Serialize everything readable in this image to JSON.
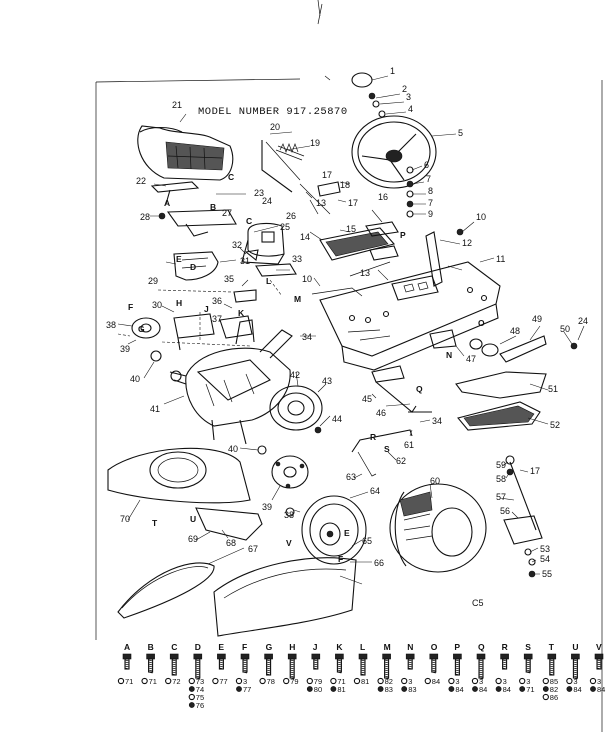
{
  "diagram": {
    "title": "MODEL NUMBER 917.25870",
    "footer_code": "C5"
  },
  "callouts": [
    {
      "n": "1"
    },
    {
      "n": "2"
    },
    {
      "n": "3"
    },
    {
      "n": "4"
    },
    {
      "n": "5"
    },
    {
      "n": "6"
    },
    {
      "n": "7"
    },
    {
      "n": "8"
    },
    {
      "n": "7"
    },
    {
      "n": "9"
    },
    {
      "n": "10"
    },
    {
      "n": "12"
    },
    {
      "n": "11"
    },
    {
      "n": "13"
    },
    {
      "n": "13"
    },
    {
      "n": "15"
    },
    {
      "n": "16"
    },
    {
      "n": "14"
    },
    {
      "n": "17"
    },
    {
      "n": "18"
    },
    {
      "n": "17"
    },
    {
      "n": "19"
    },
    {
      "n": "20"
    },
    {
      "n": "21"
    },
    {
      "n": "22"
    },
    {
      "n": "23"
    },
    {
      "n": "24"
    },
    {
      "n": "25"
    },
    {
      "n": "26"
    },
    {
      "n": "27"
    },
    {
      "n": "28"
    },
    {
      "n": "29"
    },
    {
      "n": "31"
    },
    {
      "n": "32"
    },
    {
      "n": "33"
    },
    {
      "n": "35"
    },
    {
      "n": "36"
    },
    {
      "n": "30"
    },
    {
      "n": "38"
    },
    {
      "n": "39"
    },
    {
      "n": "37"
    },
    {
      "n": "34"
    },
    {
      "n": "40"
    },
    {
      "n": "41"
    },
    {
      "n": "42"
    },
    {
      "n": "43"
    },
    {
      "n": "44"
    },
    {
      "n": "40"
    },
    {
      "n": "39"
    },
    {
      "n": "45"
    },
    {
      "n": "46"
    },
    {
      "n": "34"
    },
    {
      "n": "61"
    },
    {
      "n": "62"
    },
    {
      "n": "63"
    },
    {
      "n": "64"
    },
    {
      "n": "38"
    },
    {
      "n": "65"
    },
    {
      "n": "66"
    },
    {
      "n": "60"
    },
    {
      "n": "70"
    },
    {
      "n": "68"
    },
    {
      "n": "69"
    },
    {
      "n": "67"
    },
    {
      "n": "47"
    },
    {
      "n": "48"
    },
    {
      "n": "49"
    },
    {
      "n": "50"
    },
    {
      "n": "24"
    },
    {
      "n": "51"
    },
    {
      "n": "52"
    },
    {
      "n": "59"
    },
    {
      "n": "58"
    },
    {
      "n": "17"
    },
    {
      "n": "57"
    },
    {
      "n": "56"
    },
    {
      "n": "53"
    },
    {
      "n": "54"
    },
    {
      "n": "55"
    },
    {
      "n": "10"
    }
  ],
  "letters": [
    {
      "l": "A"
    },
    {
      "l": "B"
    },
    {
      "l": "C"
    },
    {
      "l": "C"
    },
    {
      "l": "D"
    },
    {
      "l": "E"
    },
    {
      "l": "F"
    },
    {
      "l": "G"
    },
    {
      "l": "H"
    },
    {
      "l": "J"
    },
    {
      "l": "K"
    },
    {
      "l": "L"
    },
    {
      "l": "M"
    },
    {
      "l": "N"
    },
    {
      "l": "O"
    },
    {
      "l": "P"
    },
    {
      "l": "Q"
    },
    {
      "l": "R"
    },
    {
      "l": "S"
    },
    {
      "l": "T"
    },
    {
      "l": "U"
    },
    {
      "l": "V"
    },
    {
      "l": "E"
    },
    {
      "l": "F"
    }
  ],
  "hardware": [
    {
      "key": "A",
      "parts": [
        "71"
      ]
    },
    {
      "key": "B",
      "parts": [
        "71"
      ]
    },
    {
      "key": "C",
      "parts": [
        "72"
      ]
    },
    {
      "key": "D",
      "parts": [
        "73",
        "74",
        "75",
        "76"
      ]
    },
    {
      "key": "E",
      "parts": [
        "77"
      ]
    },
    {
      "key": "F",
      "parts": [
        "3",
        "77"
      ]
    },
    {
      "key": "G",
      "parts": [
        "78"
      ]
    },
    {
      "key": "H",
      "parts": [
        "79"
      ]
    },
    {
      "key": "J",
      "parts": [
        "79",
        "80"
      ]
    },
    {
      "key": "K",
      "parts": [
        "71",
        "81"
      ]
    },
    {
      "key": "L",
      "parts": [
        "81"
      ]
    },
    {
      "key": "M",
      "parts": [
        "82",
        "83"
      ]
    },
    {
      "key": "N",
      "parts": [
        "3",
        "83"
      ]
    },
    {
      "key": "O",
      "parts": [
        "84"
      ]
    },
    {
      "key": "P",
      "parts": [
        "3",
        "84"
      ]
    },
    {
      "key": "Q",
      "parts": [
        "3",
        "84"
      ]
    },
    {
      "key": "R",
      "parts": [
        "3",
        "84"
      ]
    },
    {
      "key": "S",
      "parts": [
        "3",
        "71"
      ]
    },
    {
      "key": "T",
      "parts": [
        "85",
        "82",
        "86"
      ]
    },
    {
      "key": "U",
      "parts": [
        "3",
        "84"
      ]
    },
    {
      "key": "V",
      "parts": [
        "3",
        "84"
      ]
    }
  ]
}
